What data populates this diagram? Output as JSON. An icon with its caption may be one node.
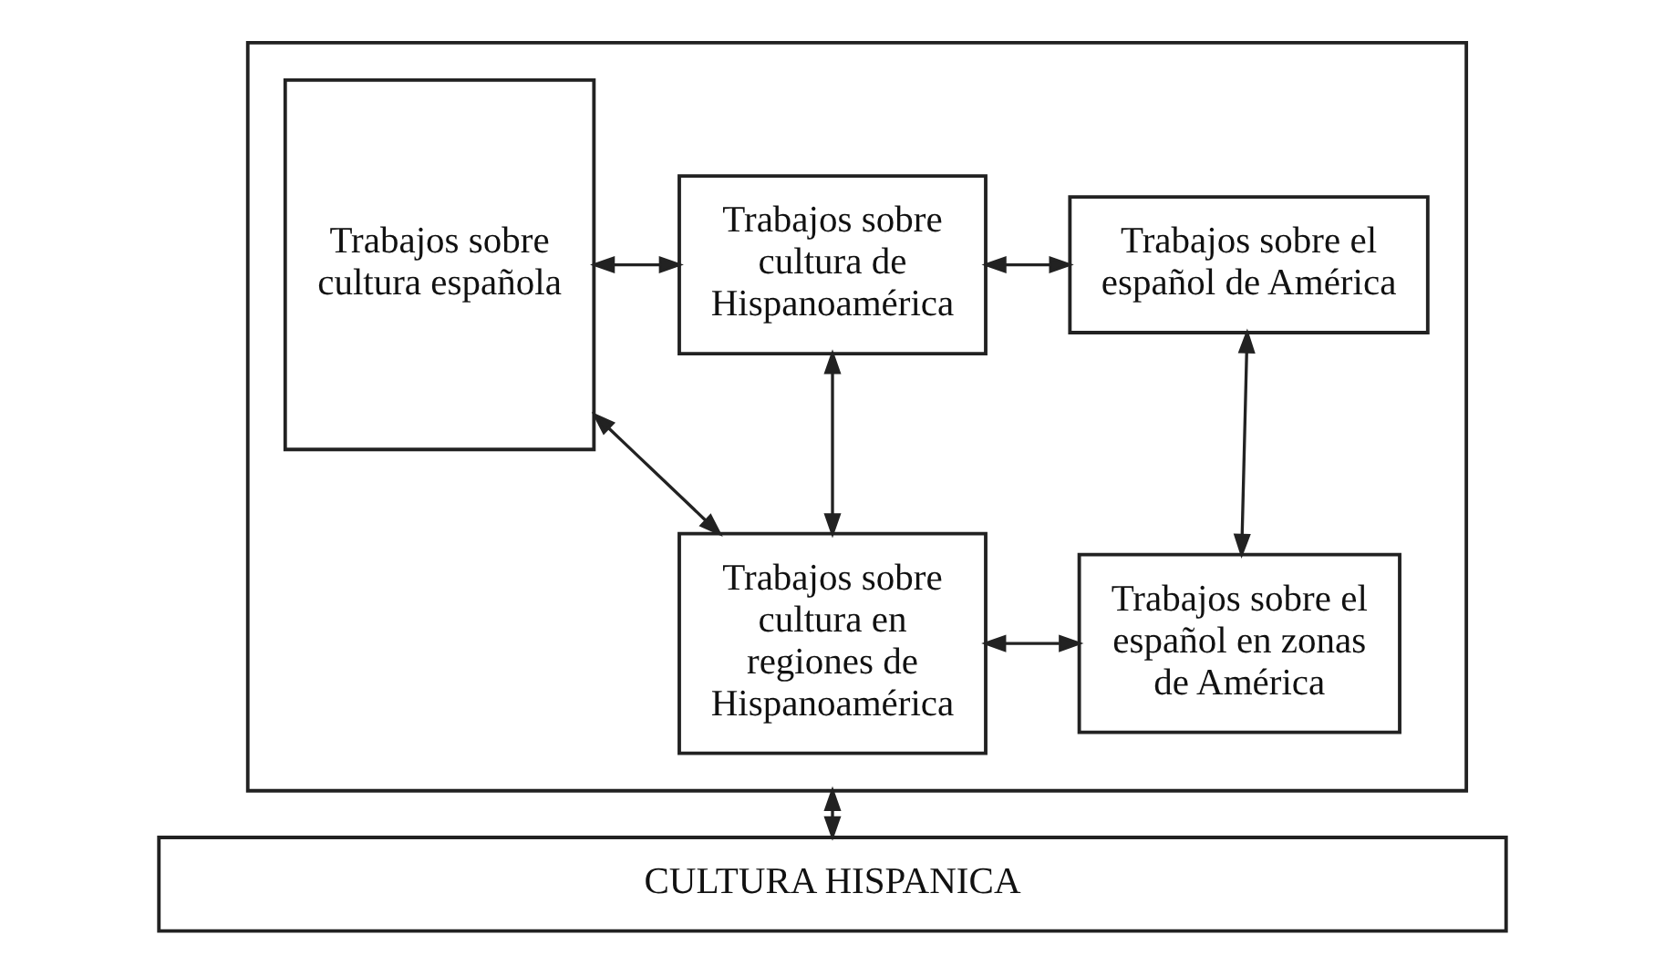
{
  "diagram": {
    "nodes": [
      {
        "text": [],
        "shape": "box"
      },
      {
        "text": [
          "Trabajos sobre cultura española"
        ],
        "in": 0
      },
      {
        "text": [
          "Trabajos sobre cultura de Hispanoamérica"
        ],
        "in": 0
      },
      {
        "text": [
          "Trabajos sobre el español de América"
        ],
        "in": 0
      },
      {
        "text": [
          "Trabajos sobre cultura en regiones de Hispanoamérica"
        ],
        "in": 0
      },
      {
        "text": [
          "Trabajos sobre el español en zonas de América"
        ],
        "in": 0
      },
      {
        "text": [
          "CULTURA HISPANICA"
        ]
      }
    ],
    "edges": [
      {
        "from": 1,
        "to": 2,
        "arrow": "both"
      },
      {
        "from": 2,
        "to": 3,
        "arrow": "both"
      },
      {
        "from": 2,
        "to": 4,
        "arrow": "both"
      },
      {
        "from": 3,
        "to": 5,
        "arrow": "both"
      },
      {
        "from": 1,
        "to": 4,
        "arrow": "both"
      },
      {
        "from": 4,
        "to": 5,
        "arrow": "both"
      },
      {
        "from": 0,
        "to": 6,
        "arrow": "both"
      }
    ]
  }
}
